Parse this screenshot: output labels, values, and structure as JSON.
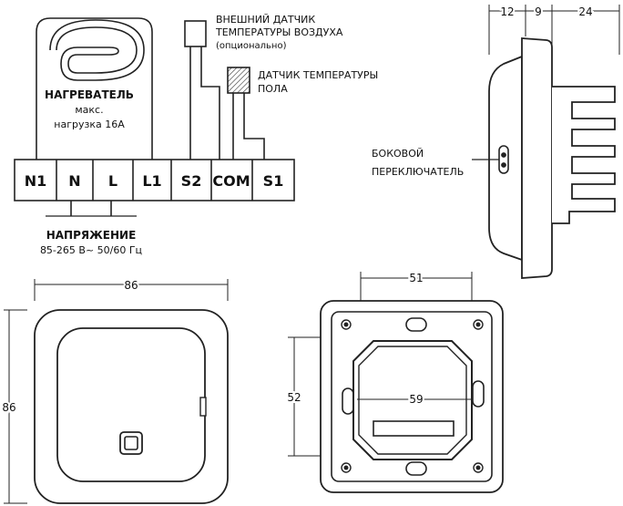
{
  "wiring": {
    "terminals": [
      "N1",
      "N",
      "L",
      "L1",
      "S2",
      "COM",
      "S1"
    ],
    "heater": {
      "title": "НАГРЕВАТЕЛЬ",
      "line1": "макс.",
      "line2": "нагрузка 16А"
    },
    "ext_sensor": {
      "line1": "ВНЕШНИЙ ДАТЧИК",
      "line2": "ТЕМПЕРАТУРЫ ВОЗДУХА",
      "line3": "(опционально)"
    },
    "floor_sensor": {
      "line1": "ДАТЧИК ТЕМПЕРАТУРЫ",
      "line2": "ПОЛА"
    },
    "voltage": {
      "title": "НАПРЯЖЕНИЕ",
      "value": "85-265 В~ 50/60 Гц"
    }
  },
  "side_view": {
    "dims": [
      "12",
      "9",
      "24"
    ],
    "switch_label": {
      "line1": "БОКОВОЙ",
      "line2": "ПЕРЕКЛЮЧАТЕЛЬ"
    }
  },
  "front_view": {
    "width": "86",
    "height": "86"
  },
  "back_view": {
    "top": "51",
    "middle": "59",
    "left": "52"
  }
}
